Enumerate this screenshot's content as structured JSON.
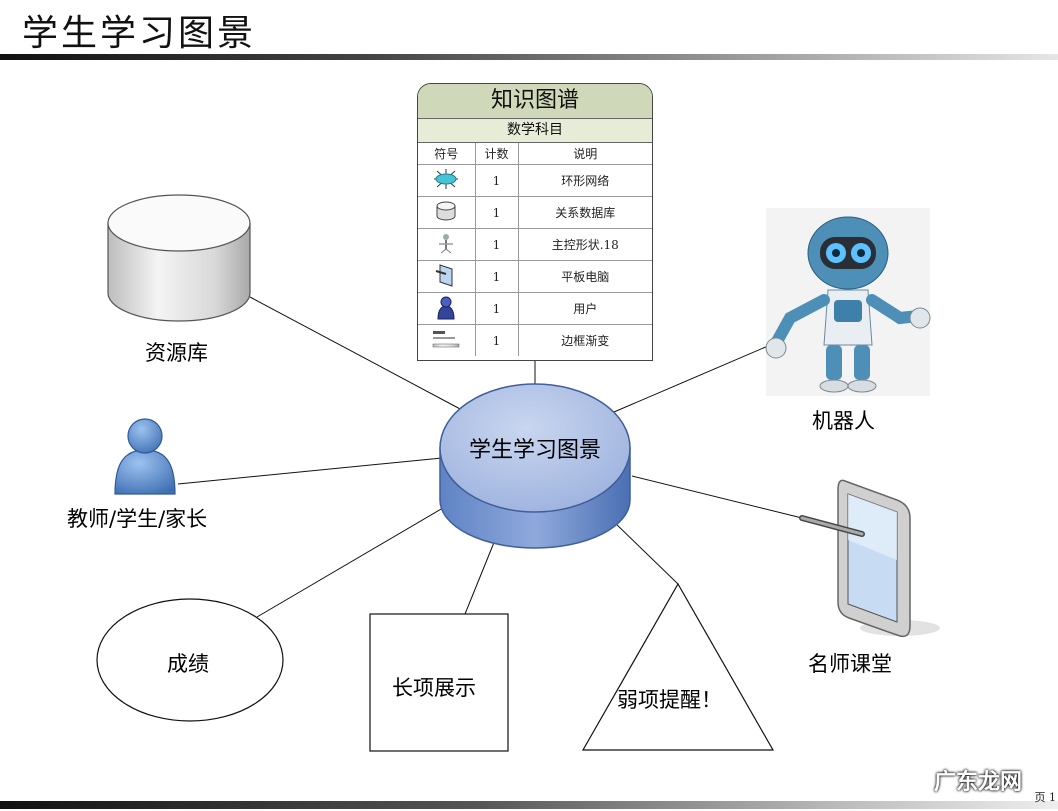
{
  "page_title": "学生学习图景",
  "legend": {
    "title": "知识图谱",
    "subtitle": "数学科目",
    "headers": [
      "符号",
      "计数",
      "说明"
    ],
    "rows": [
      {
        "icon": "ring-network-icon",
        "count": "1",
        "desc": "环形网络"
      },
      {
        "icon": "database-icon",
        "count": "1",
        "desc": "关系数据库"
      },
      {
        "icon": "mainframe-icon",
        "count": "1",
        "desc": "主控形状.18"
      },
      {
        "icon": "tablet-icon",
        "count": "1",
        "desc": "平板电脑"
      },
      {
        "icon": "user-icon",
        "count": "1",
        "desc": "用户"
      },
      {
        "icon": "gradient-border-icon",
        "count": "1",
        "desc": "边框渐变"
      }
    ]
  },
  "hub": {
    "label": "学生学习图景"
  },
  "nodes": {
    "resource": "资源库",
    "people": "教师/学生/家长",
    "grades": "成绩",
    "strengths": "长项展示",
    "weakness": "弱项提醒！",
    "robot": "机器人",
    "classroom": "名师课堂"
  },
  "footer": {
    "page": "页 1",
    "watermark": "广东龙网"
  },
  "colors": {
    "hub_fill": "#a9bce0",
    "hub_stroke": "#5a7bb5",
    "legend_header": "#cfd8b8",
    "person_blue": "#5b8fd0"
  }
}
